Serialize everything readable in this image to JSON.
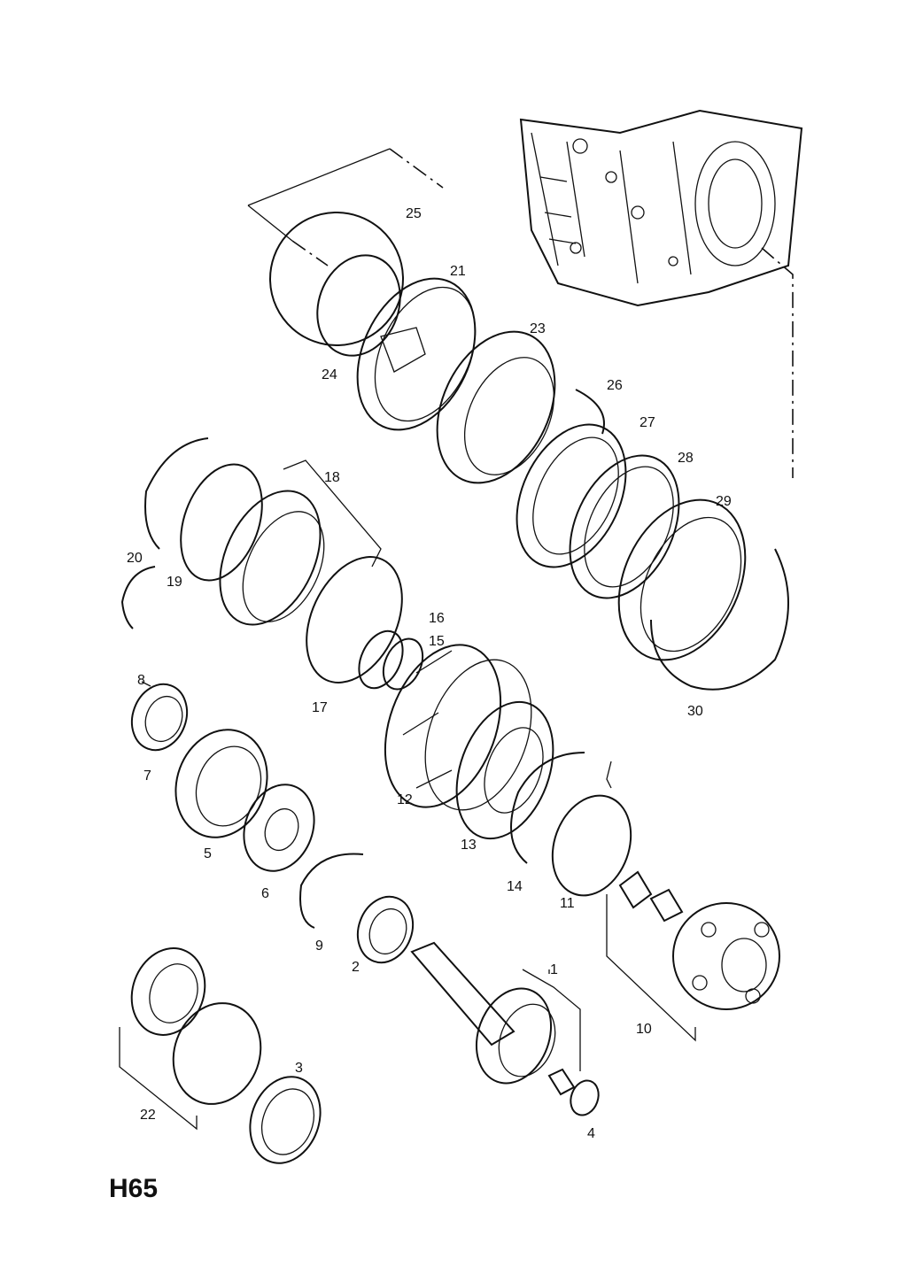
{
  "diagram": {
    "reference_code": "H65",
    "callouts": [
      "1",
      "2",
      "3",
      "4",
      "5",
      "6",
      "7",
      "8",
      "9",
      "10",
      "11",
      "12",
      "13",
      "14",
      "15",
      "16",
      "17",
      "18",
      "19",
      "20",
      "21",
      "22",
      "23",
      "24",
      "25",
      "26",
      "27",
      "28",
      "29",
      "30"
    ]
  }
}
